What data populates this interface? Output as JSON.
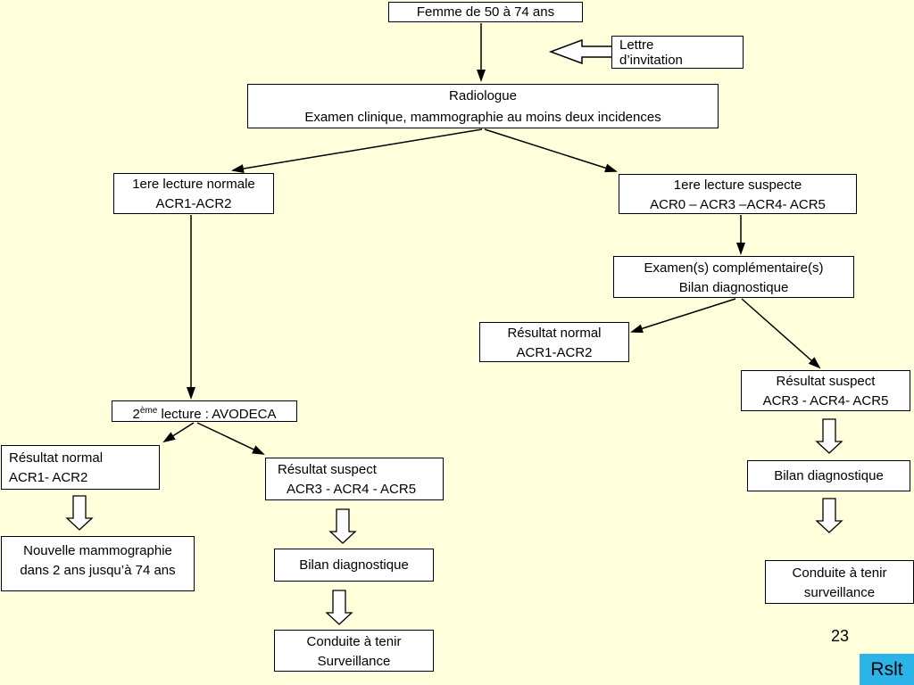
{
  "page": {
    "number": "23",
    "nav_label": "Rslt"
  },
  "colors": {
    "background": "#FFFFDC",
    "box_fill": "#FFFFFF",
    "box_border": "#000000",
    "arrow": "#000000",
    "nav_button_bg": "#2CB4E8",
    "nav_button_text": "#000000"
  },
  "nodes": {
    "femme": [
      "Femme de 50 à 74 ans"
    ],
    "lettre": [
      "Lettre",
      "d’invitation"
    ],
    "radiologue": [
      "Radiologue",
      "Examen clinique, mammographie au moins deux incidences"
    ],
    "lecture_normale": [
      "1ere lecture normale",
      "ACR1-ACR2"
    ],
    "lecture_suspecte": [
      "1ere lecture suspecte",
      "ACR0 – ACR3 –ACR4- ACR5"
    ],
    "examens": [
      "Examen(s) complémentaire(s)",
      "Bilan diagnostique"
    ],
    "resultat_normal_right": [
      "Résultat normal",
      "ACR1-ACR2"
    ],
    "resultat_suspect_right": [
      "Résultat suspect",
      "ACR3 - ACR4- ACR5"
    ],
    "deuxieme_lecture": {
      "base": "2",
      "sup": "ème",
      "rest": " lecture : AVODECA"
    },
    "resultat_normal_left": [
      "Résultat normal",
      "ACR1- ACR2"
    ],
    "resultat_suspect_mid": [
      "Résultat suspect",
      "ACR3 - ACR4 - ACR5"
    ],
    "nouvelle_mammographie": [
      "Nouvelle mammographie",
      "dans 2 ans jusqu’à 74 ans"
    ],
    "bilan_mid": [
      "Bilan diagnostique"
    ],
    "conduite_mid": [
      "Conduite à tenir",
      "Surveillance"
    ],
    "bilan_right": [
      "Bilan diagnostique"
    ],
    "conduite_right": [
      "Conduite à tenir",
      "surveillance"
    ]
  }
}
